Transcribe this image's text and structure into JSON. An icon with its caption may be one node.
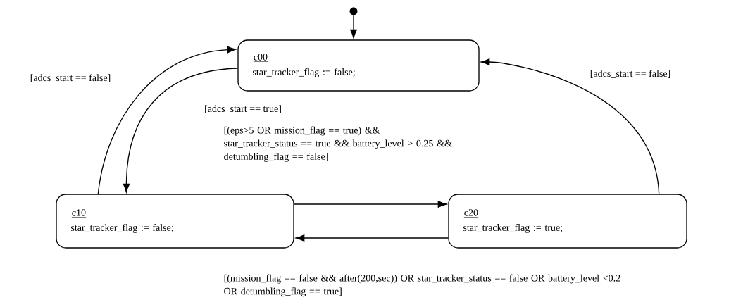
{
  "diagram": {
    "nodes": [
      {
        "text": [],
        "shape": "circle"
      },
      {
        "text": [
          "c00",
          "star_tracker_flag := false;"
        ]
      },
      {
        "text": [
          "c10",
          "star_tracker_flag := false;"
        ]
      },
      {
        "text": [
          "c20",
          "star_tracker_flag := true;"
        ]
      }
    ],
    "edges": [
      {
        "from": 0,
        "to": 1,
        "arrow": "to"
      },
      {
        "from": 2,
        "to": 1,
        "arrow": "to",
        "label": "[adcs_start == false]"
      },
      {
        "from": 1,
        "to": 2,
        "arrow": "to",
        "label": "[adcs_start == true]"
      },
      {
        "from": 2,
        "to": 3,
        "arrow": "to",
        "label": "[(eps>5 OR mission_flag == true) && star_tracker_status == true && battery_level > 0.25 && detumbling_flag == false]"
      },
      {
        "from": 3,
        "to": 2,
        "arrow": "to",
        "label": "[(mission_flag == false && after(200,sec)) OR star_tracker_status == false OR battery_level <0.2 OR detumbling_flag == true]"
      },
      {
        "from": 3,
        "to": 1,
        "arrow": "to",
        "label": "[adcs_start == false]"
      }
    ]
  }
}
